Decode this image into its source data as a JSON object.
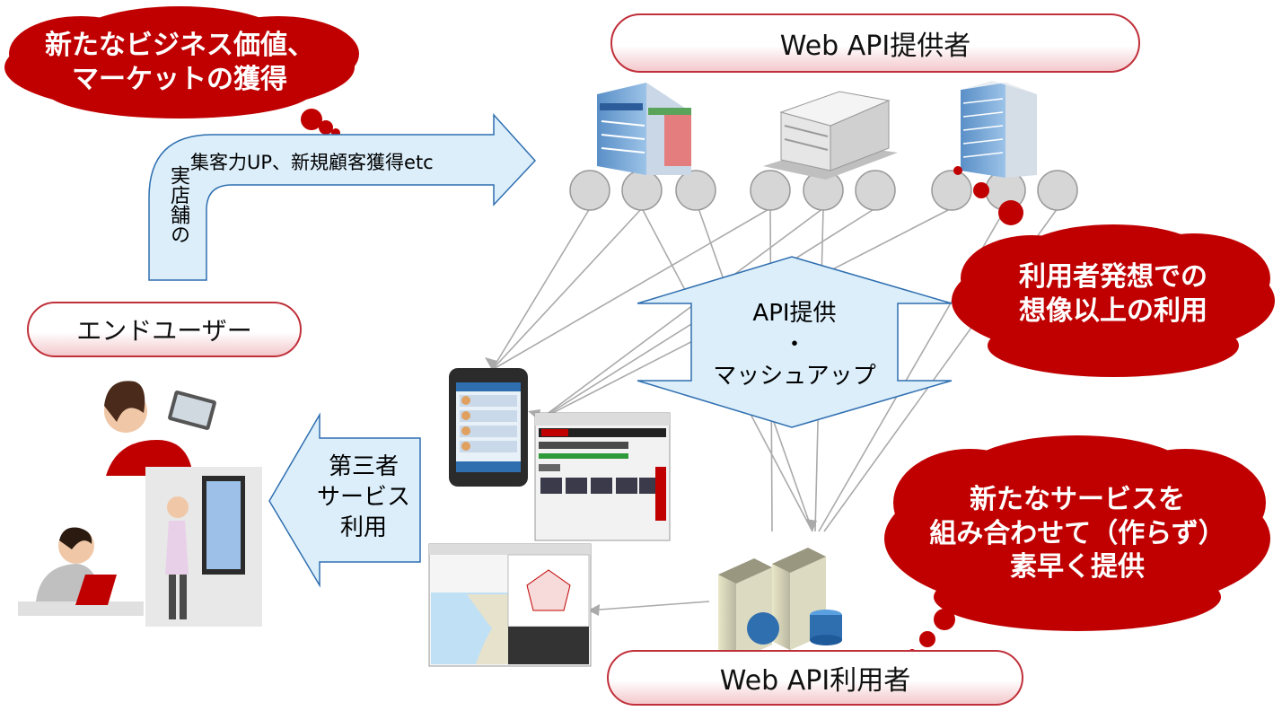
{
  "provider_label": "Web API提供者",
  "consumer_label": "Web API利用者",
  "end_user_label": "エンドユーザー",
  "cloud_business": "新たなビジネス価値、\nマーケットの獲得",
  "cloud_usage": "利用者発想での\n想像以上の利用",
  "cloud_service": "新たなサービスを\n組み合わせて（作らず）\n素早く提供",
  "arrow_store_vertical": "実店舗の",
  "arrow_store_horizontal": "集客力UP、新規顧客獲得etc",
  "center_arrow_text": "API提供\n・\nマッシュアップ",
  "third_party_text": "第三者\nサービス\n利用",
  "colors": {
    "cloud_red": "#c00000",
    "arrow_blue": "#dbeefa",
    "arrow_border": "#2f6fb0",
    "pill_border": "#c0303a",
    "node_gray": "#d6d6d6"
  }
}
